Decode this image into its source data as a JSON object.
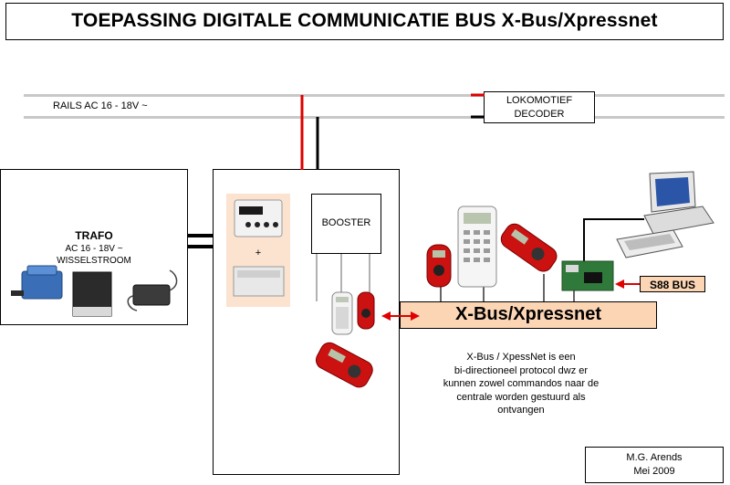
{
  "title": "TOEPASSING DIGITALE COMMUNICATIE BUS X-Bus/Xpressnet",
  "rails_label": "RAILS AC 16 - 18V ~",
  "decoder": {
    "line1": "LOKOMOTIEF",
    "line2": "DECODER"
  },
  "trafo": {
    "title": "TRAFO",
    "line1": "AC 16 - 18V ~",
    "line2": "WISSELSTROOM"
  },
  "central_plus": "+",
  "booster_label": "BOOSTER",
  "s88_label": "S88 BUS",
  "xbus_label": "X-Bus/Xpressnet",
  "description": [
    "X-Bus / XpessNet is een",
    "bi-directioneel protocol  dwz er",
    "kunnen zowel commandos naar de",
    "centrale worden gestuurd als",
    "ontvangen"
  ],
  "signature": {
    "name": "M.G. Arends",
    "date": "Mei 2009"
  },
  "colors": {
    "rail": "#c8c8c8",
    "power_wire": "#dd0000",
    "bus_fill": "#fcd5b5",
    "arrow": "#e00000"
  },
  "icons": [
    "transformer-icon",
    "lenz-central-icon",
    "computer-icon",
    "s88-module-icon",
    "handheld-controller-icon",
    "multimouse-icon"
  ]
}
